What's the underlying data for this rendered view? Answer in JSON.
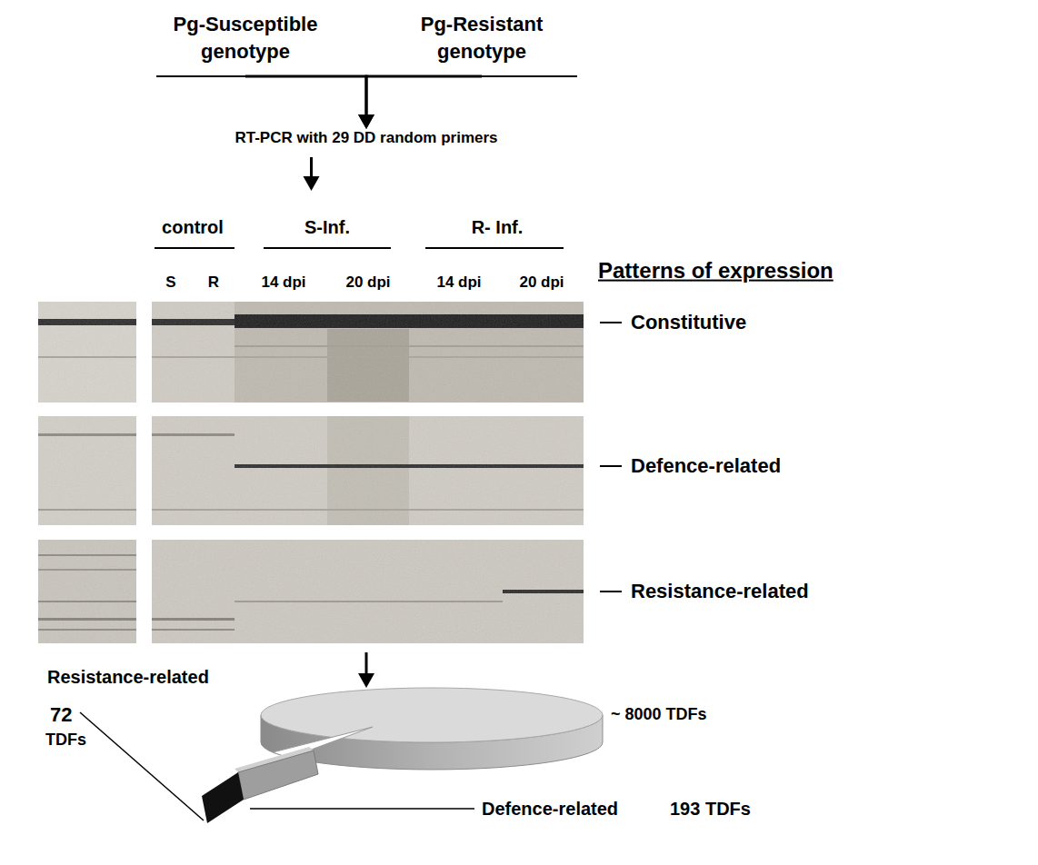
{
  "diagram": {
    "nodes": [
      {
        "text": [
          "Pg-Susceptible genotype"
        ]
      },
      {
        "text": [
          "Pg-Resistant genotype"
        ]
      },
      {
        "text": [
          "RT-PCR with 29 DD random primers"
        ]
      },
      {
        "text": [
          "control",
          "S",
          "R",
          "S-Inf.",
          "14 dpi",
          "20 dpi",
          "R- Inf.",
          "14 dpi",
          "20 dpi"
        ]
      },
      {
        "text": [
          "~ 8000 TDFs"
        ]
      }
    ],
    "edges": [
      {
        "from": 0,
        "to": 2,
        "arrow": "to"
      },
      {
        "from": 1,
        "to": 2,
        "arrow": "to"
      },
      {
        "from": 2,
        "to": 3,
        "arrow": "to"
      },
      {
        "from": 3,
        "to": 4,
        "arrow": "to"
      }
    ],
    "labels": [
      "Patterns of expression",
      "Constitutive",
      "Defence-related",
      "Resistance-related",
      "Resistance-related",
      "72",
      "TDFs",
      "Defence-related",
      "193 TDFs"
    ]
  }
}
